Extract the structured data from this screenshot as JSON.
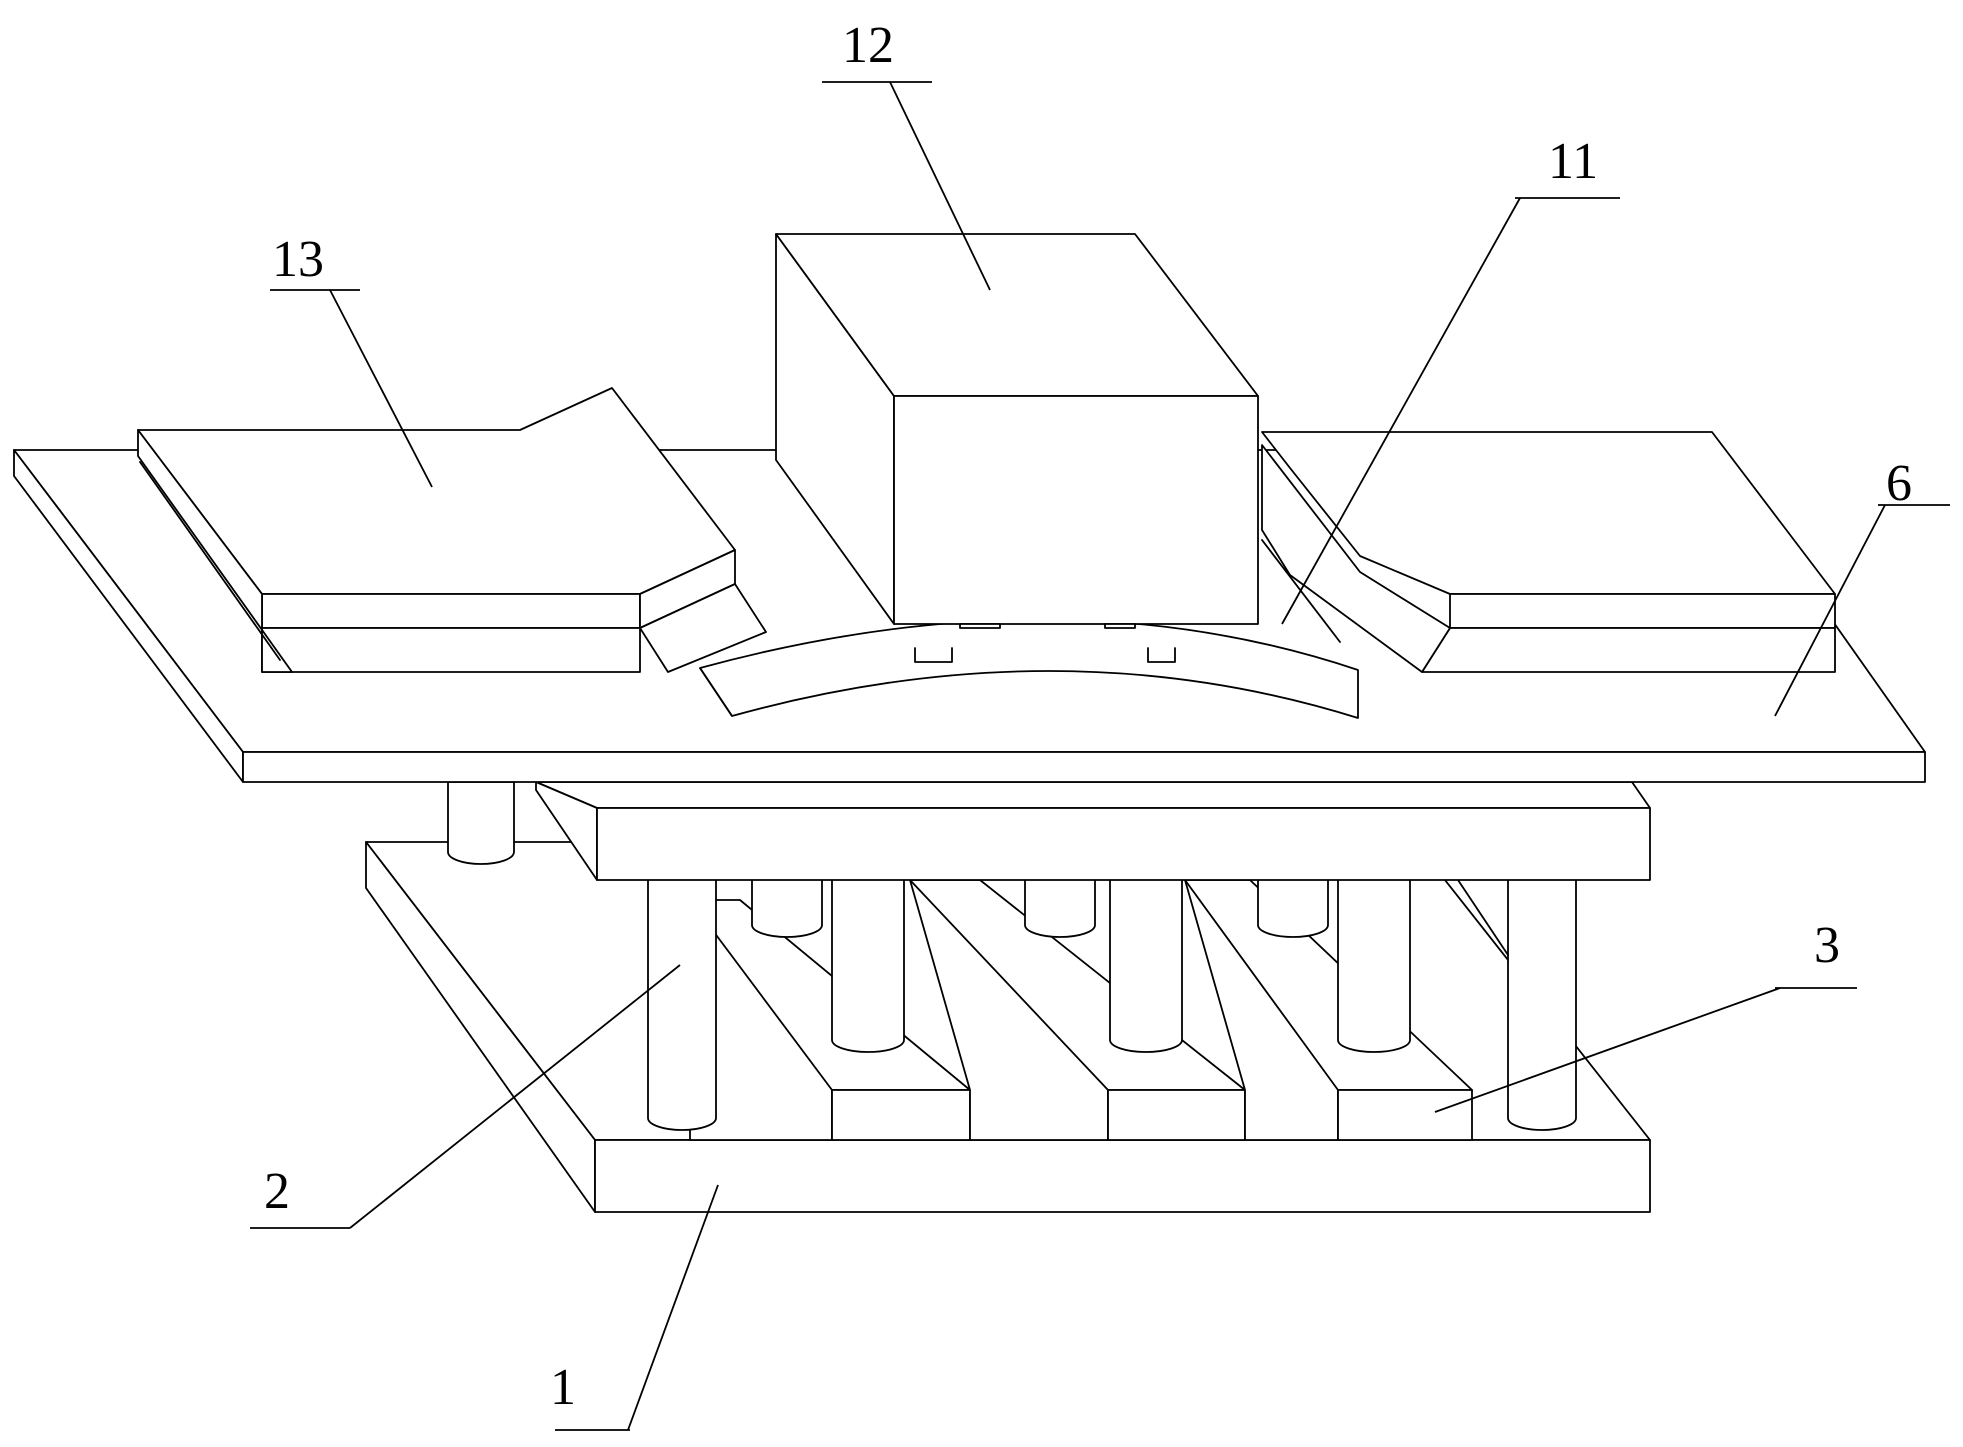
{
  "labels": {
    "part_1": "1",
    "part_2": "2",
    "part_3": "3",
    "part_6": "6",
    "part_11": "11",
    "part_12": "12",
    "part_13": "13"
  },
  "colors": {
    "line": "#000000",
    "background": "#ffffff"
  }
}
